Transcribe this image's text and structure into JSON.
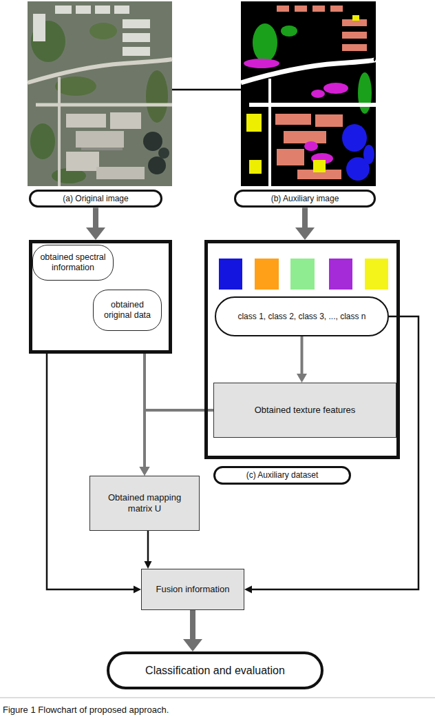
{
  "diagram": {
    "caption": "Figure 1 Flowchart of proposed approach.",
    "nodes": [
      {
        "text": [
          "(a) Original image"
        ]
      },
      {
        "text": [
          "(b) Auxiliary image"
        ]
      },
      {
        "text": []
      },
      {
        "text": [
          "obtained spectral information"
        ],
        "in": 2
      },
      {
        "text": [
          "obtained original data"
        ],
        "in": 2
      },
      {
        "text": [
          "(c) Auxiliary dataset"
        ]
      },
      {
        "text": [
          "class 1, class 2, class 3, ..., class n"
        ],
        "in": 5
      },
      {
        "text": [
          "Obtained texture features"
        ],
        "in": 5
      },
      {
        "text": [
          "Obtained mapping matrix U"
        ]
      },
      {
        "text": [
          "Fusion information"
        ]
      },
      {
        "text": [
          "Classification and evaluation"
        ]
      }
    ],
    "edges": [
      {
        "from": 0,
        "to": 2,
        "arrow": "to"
      },
      {
        "from": 1,
        "to": 5,
        "arrow": "to"
      },
      {
        "from": 6,
        "to": 7,
        "arrow": "to"
      },
      {
        "from": 7,
        "to": 8,
        "arrow": "to"
      },
      {
        "from": 2,
        "to": 8,
        "arrow": "to"
      },
      {
        "from": 2,
        "to": 9,
        "arrow": "to"
      },
      {
        "from": 8,
        "to": 9,
        "arrow": "to"
      },
      {
        "from": 6,
        "to": 9,
        "arrow": "to"
      },
      {
        "from": 9,
        "to": 10,
        "arrow": "to"
      }
    ]
  }
}
